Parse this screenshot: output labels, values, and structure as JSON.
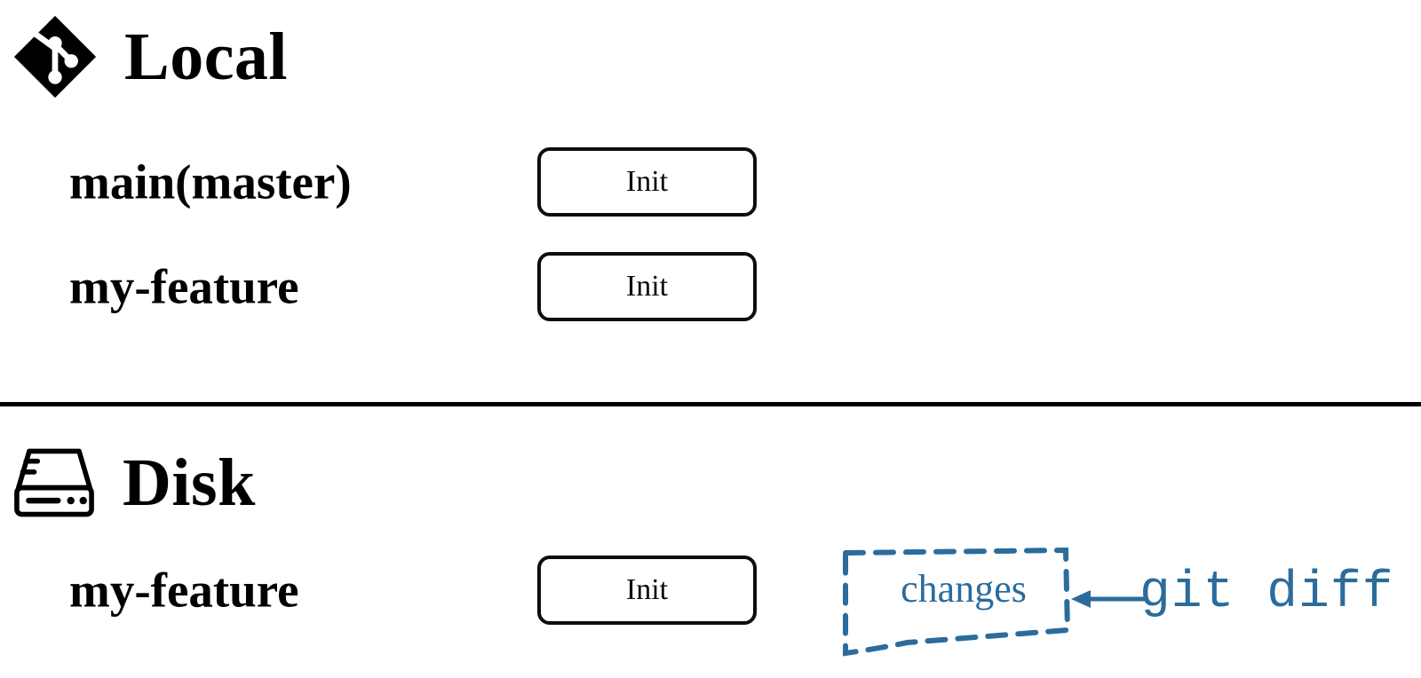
{
  "colors": {
    "ink": "#000000",
    "accent_blue": "#2b6c9c",
    "background": "#ffffff",
    "button_border": "#0d0d0d"
  },
  "sections": [
    {
      "id": "local",
      "title": "Local",
      "icon": "git-logo-icon",
      "rows": [
        {
          "branch": "main(master)",
          "commit_label": "Init"
        },
        {
          "branch": "my-feature",
          "commit_label": "Init"
        }
      ]
    },
    {
      "id": "disk",
      "title": "Disk",
      "icon": "hard-drive-icon",
      "rows": [
        {
          "branch": "my-feature",
          "commit_label": "Init"
        }
      ]
    }
  ],
  "annotation": {
    "changes_label": "changes",
    "command_label": "git diff",
    "arrow": "left-arrow-icon"
  }
}
